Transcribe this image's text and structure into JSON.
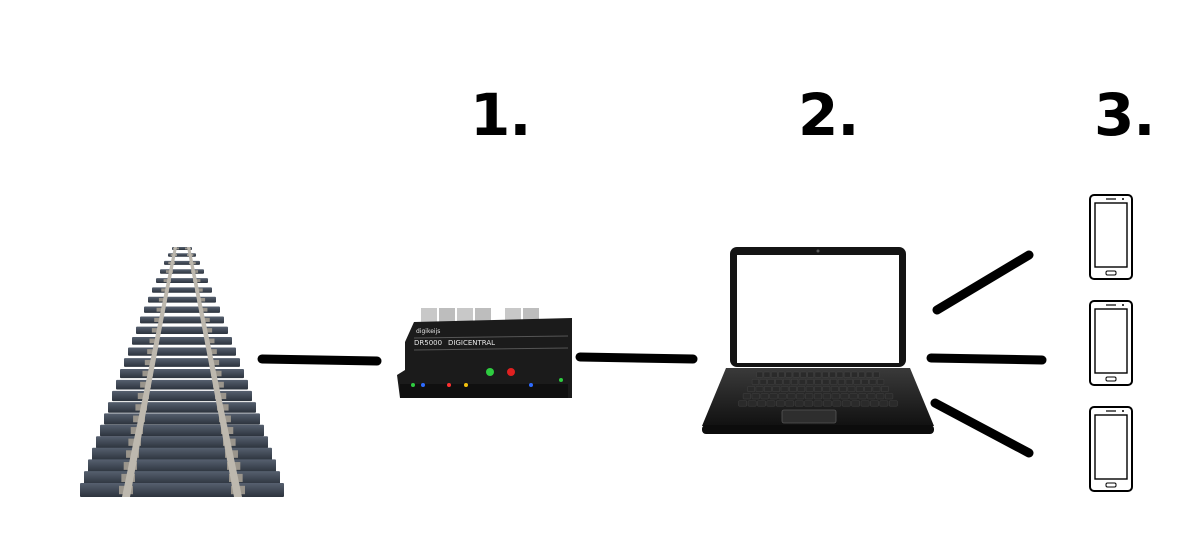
{
  "steps": [
    {
      "label": "1."
    },
    {
      "label": "2."
    },
    {
      "label": "3."
    }
  ],
  "command_station": {
    "model": "DR5000",
    "name": "DIGICENTRAL",
    "brand": "digikeijs"
  },
  "icons": {
    "track": "railway-track-icon",
    "command_station": "command-station-icon",
    "laptop": "laptop-icon",
    "phone": "smartphone-icon"
  },
  "colors": {
    "line": "#000000",
    "device_body": "#1b1b1b",
    "sleeper": "#3b4452",
    "rail": "#b9b4aa"
  }
}
